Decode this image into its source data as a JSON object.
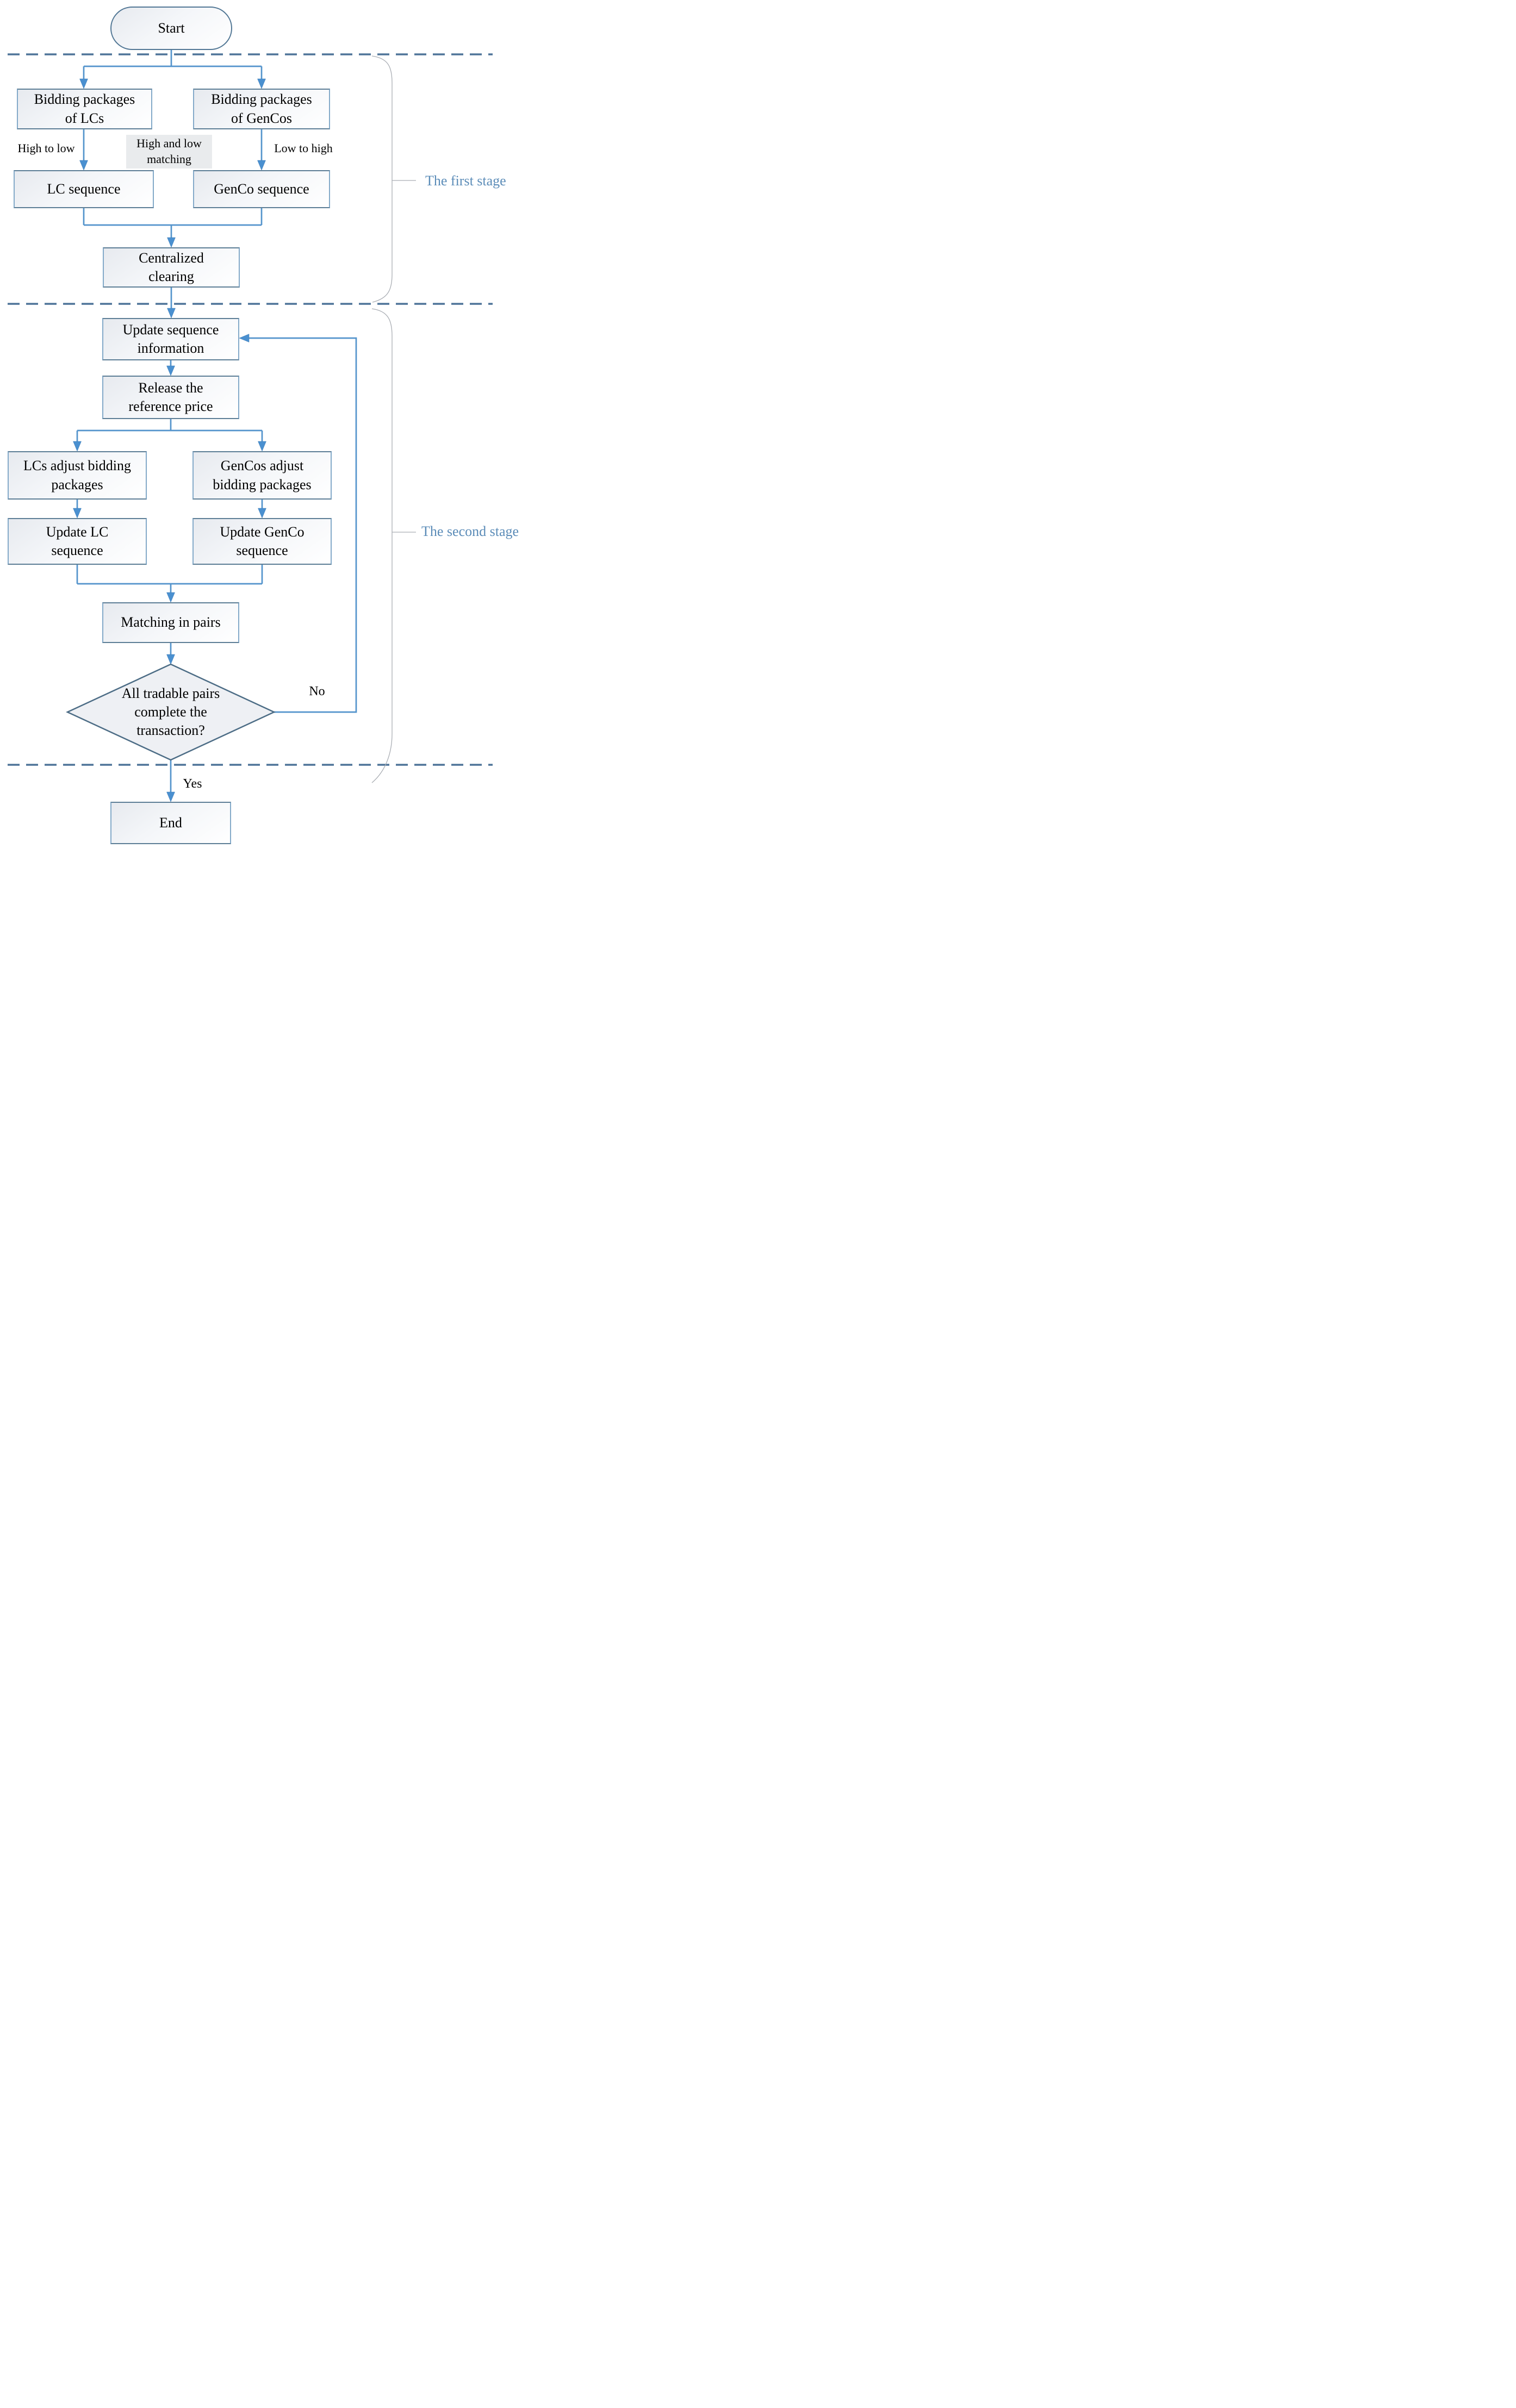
{
  "stage_labels": {
    "first": "The first stage",
    "second": "The second stage"
  },
  "nodes": {
    "start": "Start",
    "bid_lcs": [
      "Bidding packages",
      "of LCs"
    ],
    "bid_gencos": [
      "Bidding packages",
      "of GenCos"
    ],
    "lc_seq": "LC sequence",
    "genco_seq": "GenCo sequence",
    "centralized": [
      "Centralized",
      "clearing"
    ],
    "update_seq_info": [
      "Update sequence",
      "information"
    ],
    "release_ref": [
      "Release the",
      "reference price"
    ],
    "lcs_adjust": [
      "LCs adjust bidding",
      "packages"
    ],
    "gencos_adjust": [
      "GenCos adjust",
      "bidding packages"
    ],
    "update_lc_seq": [
      "Update LC",
      "sequence"
    ],
    "update_genco_seq": [
      "Update GenCo",
      "sequence"
    ],
    "matching": "Matching in pairs",
    "decision": [
      "All tradable pairs",
      "complete the",
      "transaction?"
    ],
    "end": "End"
  },
  "edge_labels": {
    "high_to_low": "High to low",
    "high_low_matching": [
      "High and low",
      "matching"
    ],
    "low_to_high": "Low to high",
    "no": "No",
    "yes": "Yes"
  },
  "colors": {
    "connector": "#5494cc",
    "arrowhead": "#4a90d0",
    "dashed_divider": "#4e7499",
    "stage_label_text": "#5b8cb8",
    "box_border_dark": "#5d7e96",
    "box_border_light": "#84aac9",
    "box_fill_light": "#e7eaef",
    "diamond_fill": "#eef0f4",
    "diamond_border": "#4d6d86",
    "brace": "#aaaeb4",
    "text": "#000000"
  }
}
